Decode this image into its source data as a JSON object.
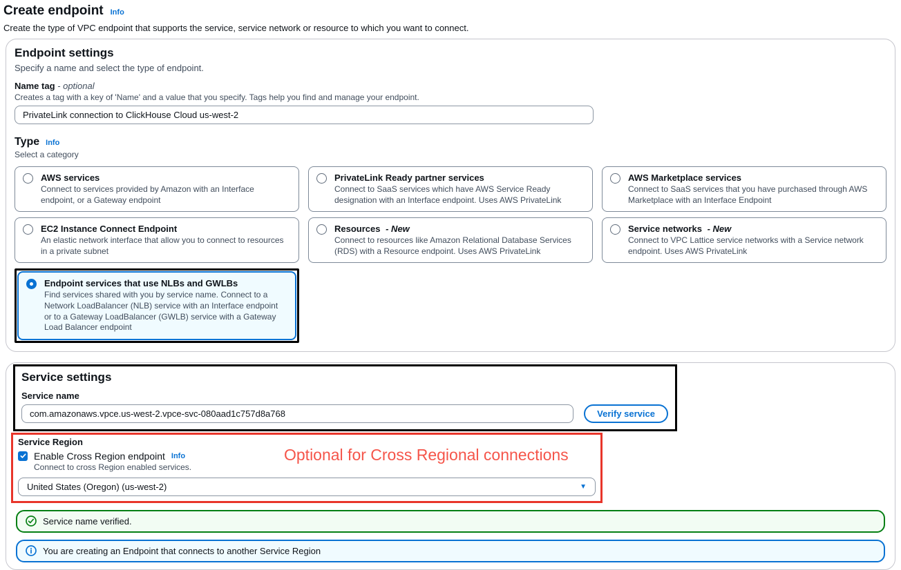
{
  "page": {
    "title": "Create endpoint",
    "title_info": "Info",
    "description": "Create the type of VPC endpoint that supports the service, service network or resource to which you want to connect."
  },
  "endpoint_settings": {
    "title": "Endpoint settings",
    "description": "Specify a name and select the type of endpoint.",
    "name_tag": {
      "label": "Name tag",
      "optional_suffix": "- optional",
      "help": "Creates a tag with a key of 'Name' and a value that you specify. Tags help you find and manage your endpoint.",
      "value": "PrivateLink connection to ClickHouse Cloud us-west-2"
    },
    "type": {
      "label": "Type",
      "info": "Info",
      "hint": "Select a category",
      "options": [
        {
          "label": "AWS services",
          "description": "Connect to services provided by Amazon with an Interface endpoint, or a Gateway endpoint",
          "selected": false
        },
        {
          "label": "PrivateLink Ready partner services",
          "description": "Connect to SaaS services which have AWS Service Ready designation with an Interface endpoint. Uses AWS PrivateLink",
          "selected": false
        },
        {
          "label": "AWS Marketplace services",
          "description": "Connect to SaaS services that you have purchased through AWS Marketplace with an Interface Endpoint",
          "selected": false
        },
        {
          "label": "EC2 Instance Connect Endpoint",
          "description": "An elastic network interface that allow you to connect to resources in a private subnet",
          "selected": false
        },
        {
          "label": "Resources",
          "suffix": "- New",
          "description": "Connect to resources like Amazon Relational Database Services (RDS) with a Resource endpoint. Uses AWS PrivateLink",
          "selected": false
        },
        {
          "label": "Service networks",
          "suffix": "- New",
          "description": "Connect to VPC Lattice service networks with a Service network endpoint. Uses AWS PrivateLink",
          "selected": false
        },
        {
          "label": "Endpoint services that use NLBs and GWLBs",
          "description": "Find services shared with you by service name. Connect to a Network LoadBalancer (NLB) service with an Interface endpoint or to a Gateway LoadBalancer (GWLB) service with a Gateway Load Balancer endpoint",
          "selected": true
        }
      ]
    }
  },
  "service_settings": {
    "title": "Service settings",
    "service_name": {
      "label": "Service name",
      "value": "com.amazonaws.vpce.us-west-2.vpce-svc-080aad1c757d8a768"
    },
    "verify_button": "Verify service",
    "service_region": {
      "label": "Service Region",
      "checkbox_label": "Enable Cross Region endpoint",
      "info": "Info",
      "help": "Connect to cross Region enabled services.",
      "selected_region": "United States (Oregon) (us-west-2)"
    },
    "success_alert": "Service name verified.",
    "info_alert": "You are creating an Endpoint that connects to another Service Region"
  },
  "annotations": {
    "note": "Optional for Cross Regional connections",
    "note_color": "#f5554a",
    "box_red": "#e8352a",
    "box_black": "#000000"
  },
  "colors": {
    "accent_blue": "#0972d3",
    "success_green": "#067f14",
    "selected_tile_bg": "#f0fbff",
    "info_alert_bg": "#f0fbff",
    "success_alert_bg": "#f2fcf3"
  }
}
